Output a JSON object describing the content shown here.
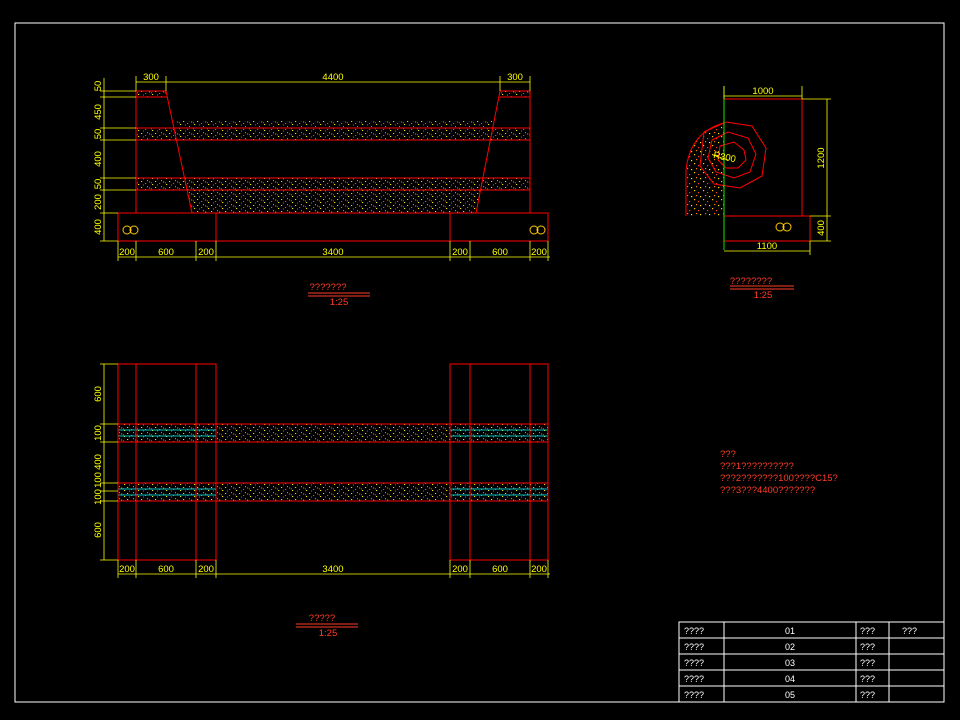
{
  "elevation": {
    "top_dims": [
      "300",
      "4400",
      "300"
    ],
    "bottom_dims": [
      "200",
      "600",
      "200",
      "3400",
      "200",
      "600",
      "200"
    ],
    "side_dims": [
      "50",
      "450",
      "50",
      "400",
      "50",
      "200",
      "400"
    ],
    "title": "???????",
    "scale": "1:25"
  },
  "section": {
    "top_dim": "1000",
    "bottom_dim": "1100",
    "right_dims": [
      "1200",
      "400"
    ],
    "radius_label": "R300",
    "title": "????????",
    "scale": "1:25"
  },
  "plan": {
    "bottom_dims": [
      "200",
      "600",
      "200",
      "3400",
      "200",
      "600",
      "200"
    ],
    "side_dims": [
      "600",
      "100",
      "400",
      "100",
      "100",
      "600"
    ],
    "title": "?????",
    "scale": "1:25"
  },
  "notes": {
    "heading": "???",
    "lines": [
      "???1??????????",
      "???2???????100????C15?",
      "???3???4400???????"
    ]
  },
  "title_block": {
    "rows": [
      {
        "label": "????",
        "code": "01",
        "field": "???",
        "extra": "???"
      },
      {
        "label": "????",
        "code": "02",
        "field": "???",
        "extra": ""
      },
      {
        "label": "????",
        "code": "03",
        "field": "???",
        "extra": ""
      },
      {
        "label": "????",
        "code": "04",
        "field": "???",
        "extra": ""
      },
      {
        "label": "????",
        "code": "05",
        "field": "???",
        "extra": ""
      }
    ]
  },
  "colors": {
    "background": "#000000",
    "frame": "#ffffff",
    "outline": "#ff0000",
    "dimension": "#ffff00",
    "hatch_red": "#ff3c28",
    "hatch_yellow": "#ffc800",
    "accent_cyan": "#00ffff",
    "accent_green": "#00ff00"
  }
}
